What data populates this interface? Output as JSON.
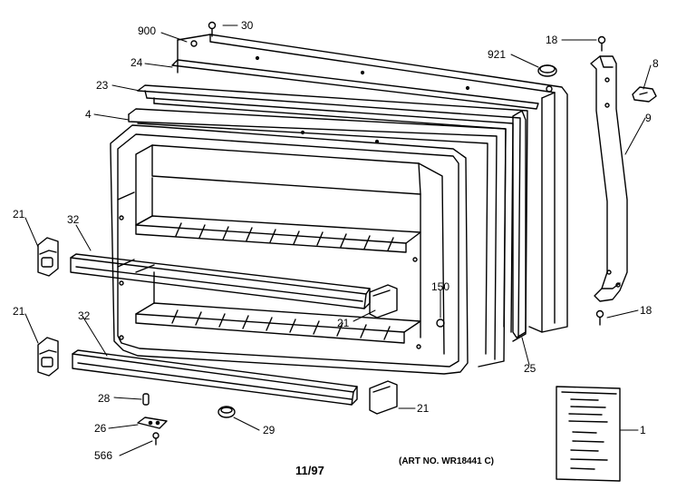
{
  "diagram": {
    "callouts": {
      "p900": "900",
      "p30": "30",
      "p24": "24",
      "p23": "23",
      "p4": "4",
      "p921": "921",
      "p18a": "18",
      "p8": "8",
      "p9": "9",
      "p21a": "21",
      "p32a": "32",
      "p21b": "21",
      "p150": "150",
      "p21c": "21",
      "p32b": "32",
      "p18b": "18",
      "p25": "25",
      "p28": "28",
      "p21d": "21",
      "p26": "26",
      "p29": "29",
      "p566": "566",
      "p1": "1"
    },
    "date_code": "11/97",
    "art_number": "(ART NO. WR18441 C)"
  }
}
